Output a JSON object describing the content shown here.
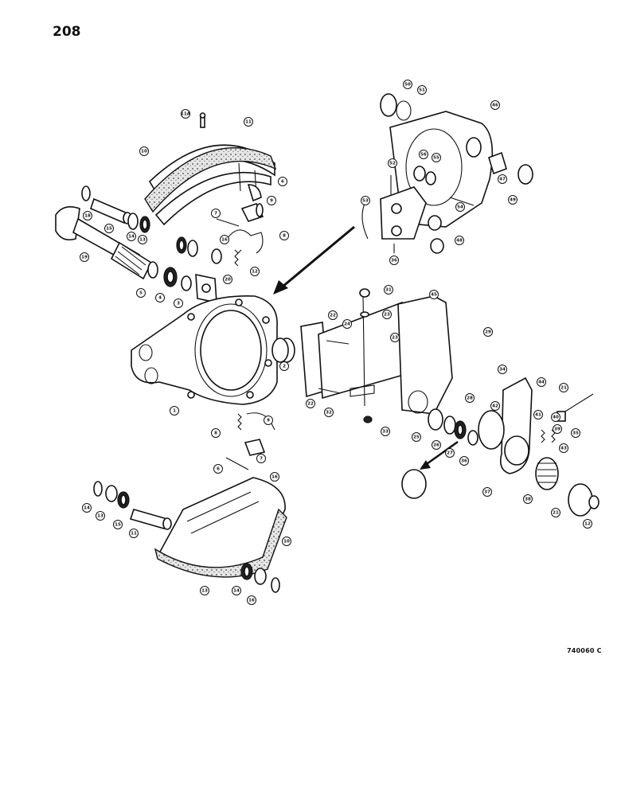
{
  "page_number": "208",
  "reference_code": "740060 C",
  "callouts": [
    "11A",
    "11",
    "10",
    "6",
    "9",
    "7",
    "8",
    "18",
    "15",
    "14",
    "13",
    "16",
    "19",
    "12",
    "5",
    "4",
    "3",
    "20",
    "1",
    "2",
    "50",
    "51",
    "46",
    "56",
    "55",
    "47",
    "49",
    "52",
    "53",
    "54",
    "48",
    "36",
    "31",
    "23",
    "22",
    "24",
    "45",
    "29",
    "23",
    "22",
    "32",
    "33",
    "34",
    "44",
    "21",
    "35",
    "28",
    "25",
    "26",
    "27",
    "36",
    "42",
    "41",
    "40",
    "39",
    "43",
    "38",
    "37",
    "21",
    "12",
    "8",
    "9",
    "7",
    "6",
    "16",
    "14",
    "13",
    "15",
    "11",
    "10",
    "13",
    "14",
    "16"
  ]
}
